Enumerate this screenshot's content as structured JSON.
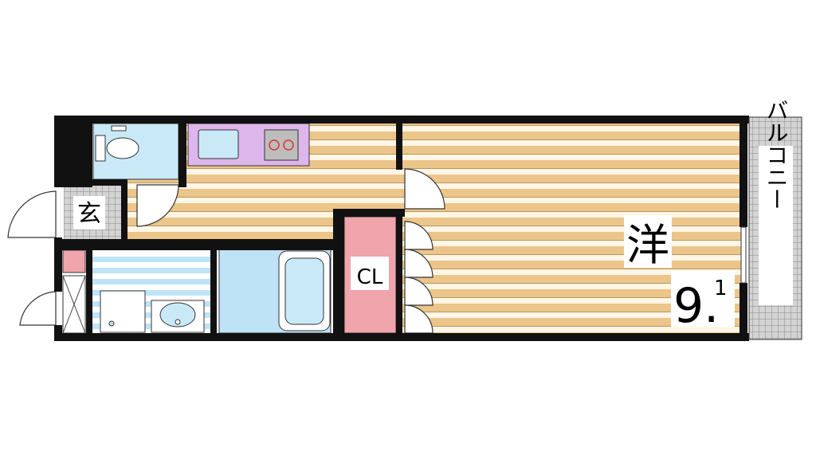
{
  "labels": {
    "entrance": "玄",
    "closet": "CL",
    "western_room": "洋",
    "room_size_main": "9.",
    "room_size_sub": "1",
    "balcony": "バルコニー"
  },
  "colors": {
    "wall": "#111111",
    "toilet": "#c9e9f7",
    "kitchen": "#ddb6ec",
    "closet": "#f0a4ac",
    "bath": "#bfe3f6",
    "floor_stripe": "#ecc58b",
    "floor_light": "#fff6e6",
    "washroom_stripe": "#bfe3f6",
    "balcony": "#d3d3d3",
    "entrance": "#cfcfcf"
  }
}
